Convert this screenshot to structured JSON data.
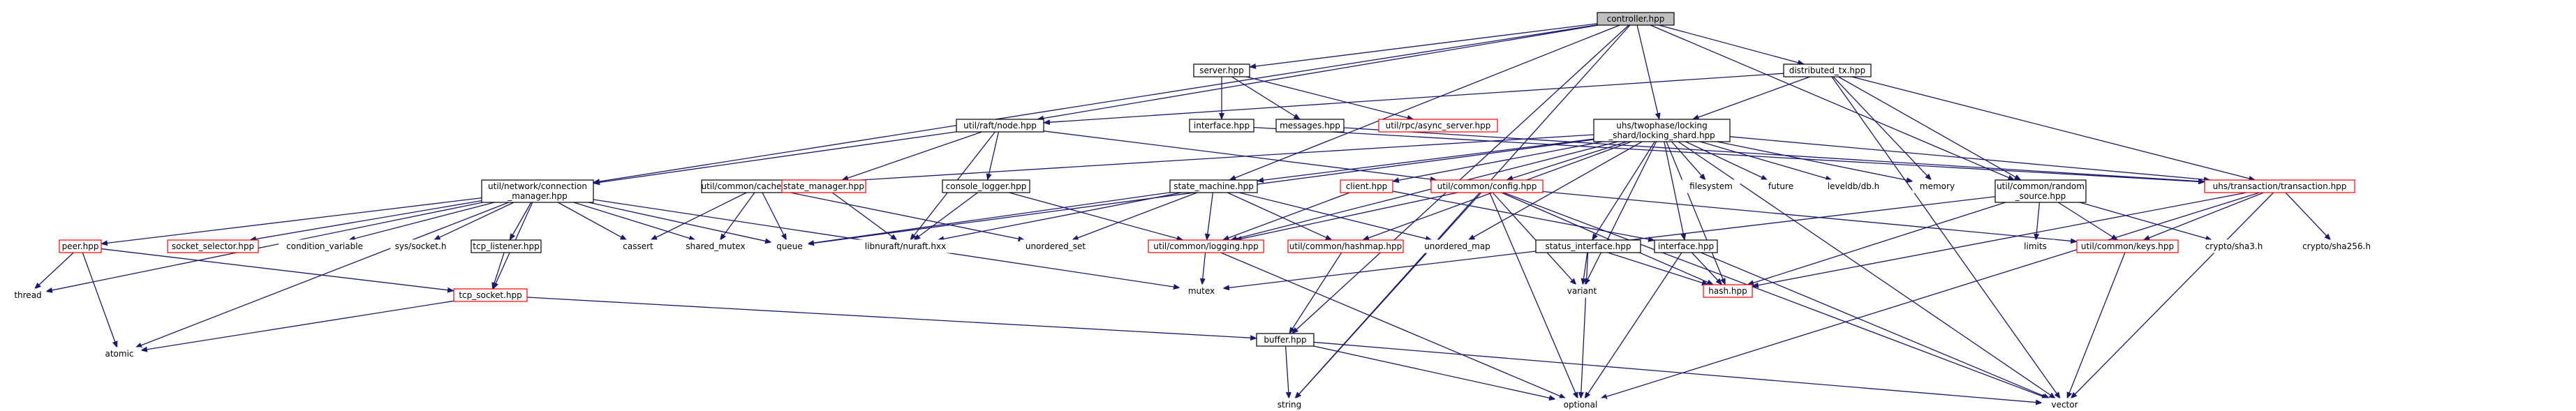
{
  "diagram": {
    "title": "",
    "colors": {
      "edge": "#191970",
      "root_fill": "#bfbfbf",
      "root_border": "#000000",
      "doc_border": "#000000",
      "missing_border": "#ff0000",
      "external_border": "#bfbfbf",
      "background": "#ffffff"
    },
    "nodes": [
      {
        "id": "controller",
        "kind": "root",
        "lines": [
          "controller.hpp"
        ]
      },
      {
        "id": "distributed_tx",
        "kind": "doc",
        "lines": [
          "distributed_tx.hpp"
        ]
      },
      {
        "id": "server",
        "kind": "doc",
        "lines": [
          "server.hpp"
        ]
      },
      {
        "id": "raft_node",
        "kind": "doc",
        "lines": [
          "util/raft/node.hpp"
        ]
      },
      {
        "id": "locking_shard",
        "kind": "doc",
        "lines": [
          "uhs/twophase/locking",
          "_shard/locking_shard.hpp"
        ]
      },
      {
        "id": "interface_top",
        "kind": "doc",
        "lines": [
          "interface.hpp"
        ]
      },
      {
        "id": "messages",
        "kind": "doc",
        "lines": [
          "messages.hpp"
        ]
      },
      {
        "id": "async_server",
        "kind": "missing",
        "lines": [
          "util/rpc/async_server.hpp"
        ]
      },
      {
        "id": "connection_manager",
        "kind": "doc",
        "lines": [
          "util/network/connection",
          "_manager.hpp"
        ]
      },
      {
        "id": "cache_set",
        "kind": "doc",
        "lines": [
          "util/common/cache_set.hpp"
        ]
      },
      {
        "id": "state_manager",
        "kind": "missing",
        "lines": [
          "state_manager.hpp"
        ]
      },
      {
        "id": "console_logger",
        "kind": "doc",
        "lines": [
          "console_logger.hpp"
        ]
      },
      {
        "id": "state_machine",
        "kind": "doc",
        "lines": [
          "state_machine.hpp"
        ]
      },
      {
        "id": "client",
        "kind": "missing",
        "lines": [
          "client.hpp"
        ]
      },
      {
        "id": "config",
        "kind": "missing",
        "lines": [
          "util/common/config.hpp"
        ]
      },
      {
        "id": "filesystem",
        "kind": "external",
        "lines": [
          "filesystem"
        ]
      },
      {
        "id": "future",
        "kind": "external",
        "lines": [
          "future"
        ]
      },
      {
        "id": "leveldb",
        "kind": "external",
        "lines": [
          "leveldb/db.h"
        ]
      },
      {
        "id": "memory",
        "kind": "external",
        "lines": [
          "memory"
        ]
      },
      {
        "id": "random_source",
        "kind": "doc",
        "lines": [
          "util/common/random",
          "_source.hpp"
        ]
      },
      {
        "id": "transaction",
        "kind": "missing",
        "lines": [
          "uhs/transaction/transaction.hpp"
        ]
      },
      {
        "id": "peer",
        "kind": "missing",
        "lines": [
          "peer.hpp"
        ]
      },
      {
        "id": "socket_selector",
        "kind": "missing",
        "lines": [
          "socket_selector.hpp"
        ]
      },
      {
        "id": "condition_variable",
        "kind": "external",
        "lines": [
          "condition_variable"
        ]
      },
      {
        "id": "sys_socket",
        "kind": "external",
        "lines": [
          "sys/socket.h"
        ]
      },
      {
        "id": "tcp_listener",
        "kind": "doc",
        "lines": [
          "tcp_listener.hpp"
        ]
      },
      {
        "id": "cassert",
        "kind": "external",
        "lines": [
          "cassert"
        ]
      },
      {
        "id": "shared_mutex",
        "kind": "external",
        "lines": [
          "shared_mutex"
        ]
      },
      {
        "id": "queue",
        "kind": "external",
        "lines": [
          "queue"
        ]
      },
      {
        "id": "libnuraft",
        "kind": "external",
        "lines": [
          "libnuraft/nuraft.hxx"
        ]
      },
      {
        "id": "unordered_set",
        "kind": "external",
        "lines": [
          "unordered_set"
        ]
      },
      {
        "id": "logging",
        "kind": "missing",
        "lines": [
          "util/common/logging.hpp"
        ]
      },
      {
        "id": "hashmap",
        "kind": "missing",
        "lines": [
          "util/common/hashmap.hpp"
        ]
      },
      {
        "id": "unordered_map",
        "kind": "external",
        "lines": [
          "unordered_map"
        ]
      },
      {
        "id": "status_interface",
        "kind": "doc",
        "lines": [
          "status_interface.hpp"
        ]
      },
      {
        "id": "interface_mid",
        "kind": "doc",
        "lines": [
          "interface.hpp"
        ]
      },
      {
        "id": "limits",
        "kind": "external",
        "lines": [
          "limits"
        ]
      },
      {
        "id": "keys",
        "kind": "missing",
        "lines": [
          "util/common/keys.hpp"
        ]
      },
      {
        "id": "sha3",
        "kind": "external",
        "lines": [
          "crypto/sha3.h"
        ]
      },
      {
        "id": "sha256",
        "kind": "external",
        "lines": [
          "crypto/sha256.h"
        ]
      },
      {
        "id": "thread",
        "kind": "external",
        "lines": [
          "thread"
        ]
      },
      {
        "id": "tcp_socket",
        "kind": "missing",
        "lines": [
          "tcp_socket.hpp"
        ]
      },
      {
        "id": "atomic",
        "kind": "external",
        "lines": [
          "atomic"
        ]
      },
      {
        "id": "mutex",
        "kind": "external",
        "lines": [
          "mutex"
        ]
      },
      {
        "id": "variant",
        "kind": "external",
        "lines": [
          "variant"
        ]
      },
      {
        "id": "hash",
        "kind": "missing",
        "lines": [
          "hash.hpp"
        ]
      },
      {
        "id": "buffer",
        "kind": "doc",
        "lines": [
          "buffer.hpp"
        ]
      },
      {
        "id": "optional",
        "kind": "external",
        "lines": [
          "optional"
        ]
      },
      {
        "id": "vector",
        "kind": "external",
        "lines": [
          "vector"
        ]
      },
      {
        "id": "string",
        "kind": "external",
        "lines": [
          "string"
        ]
      }
    ],
    "edges": [
      [
        "controller",
        "distributed_tx"
      ],
      [
        "controller",
        "server"
      ],
      [
        "controller",
        "raft_node"
      ],
      [
        "controller",
        "locking_shard"
      ],
      [
        "controller",
        "connection_manager"
      ],
      [
        "controller",
        "state_machine"
      ],
      [
        "controller",
        "random_source"
      ],
      [
        "controller",
        "buffer"
      ],
      [
        "controller",
        "string"
      ],
      [
        "distributed_tx",
        "raft_node"
      ],
      [
        "distributed_tx",
        "locking_shard"
      ],
      [
        "distributed_tx",
        "memory"
      ],
      [
        "distributed_tx",
        "random_source"
      ],
      [
        "distributed_tx",
        "transaction"
      ],
      [
        "distributed_tx",
        "vector"
      ],
      [
        "server",
        "interface_top"
      ],
      [
        "server",
        "messages"
      ],
      [
        "server",
        "async_server"
      ],
      [
        "interface_top",
        "transaction"
      ],
      [
        "messages",
        "transaction"
      ],
      [
        "raft_node",
        "connection_manager"
      ],
      [
        "raft_node",
        "state_manager"
      ],
      [
        "raft_node",
        "console_logger"
      ],
      [
        "raft_node",
        "libnuraft"
      ],
      [
        "raft_node",
        "config"
      ],
      [
        "locking_shard",
        "cache_set"
      ],
      [
        "locking_shard",
        "state_machine"
      ],
      [
        "locking_shard",
        "client"
      ],
      [
        "locking_shard",
        "config"
      ],
      [
        "locking_shard",
        "filesystem"
      ],
      [
        "locking_shard",
        "future"
      ],
      [
        "locking_shard",
        "leveldb"
      ],
      [
        "locking_shard",
        "memory"
      ],
      [
        "locking_shard",
        "transaction"
      ],
      [
        "locking_shard",
        "logging"
      ],
      [
        "locking_shard",
        "hashmap"
      ],
      [
        "locking_shard",
        "status_interface"
      ],
      [
        "locking_shard",
        "interface_mid"
      ],
      [
        "locking_shard",
        "variant"
      ],
      [
        "locking_shard",
        "hash"
      ],
      [
        "locking_shard",
        "unordered_map"
      ],
      [
        "locking_shard",
        "vector"
      ],
      [
        "locking_shard",
        "queue"
      ],
      [
        "connection_manager",
        "peer"
      ],
      [
        "connection_manager",
        "socket_selector"
      ],
      [
        "connection_manager",
        "condition_variable"
      ],
      [
        "connection_manager",
        "sys_socket"
      ],
      [
        "connection_manager",
        "tcp_listener"
      ],
      [
        "connection_manager",
        "cassert"
      ],
      [
        "connection_manager",
        "shared_mutex"
      ],
      [
        "connection_manager",
        "queue"
      ],
      [
        "connection_manager",
        "thread"
      ],
      [
        "connection_manager",
        "atomic"
      ],
      [
        "connection_manager",
        "tcp_socket"
      ],
      [
        "connection_manager",
        "mutex"
      ],
      [
        "cache_set",
        "cassert"
      ],
      [
        "cache_set",
        "shared_mutex"
      ],
      [
        "cache_set",
        "queue"
      ],
      [
        "cache_set",
        "unordered_set"
      ],
      [
        "state_manager",
        "libnuraft"
      ],
      [
        "console_logger",
        "libnuraft"
      ],
      [
        "console_logger",
        "logging"
      ],
      [
        "state_machine",
        "libnuraft"
      ],
      [
        "state_machine",
        "unordered_set"
      ],
      [
        "state_machine",
        "logging"
      ],
      [
        "state_machine",
        "hashmap"
      ],
      [
        "state_machine",
        "unordered_map"
      ],
      [
        "state_machine",
        "queue"
      ],
      [
        "client",
        "logging"
      ],
      [
        "client",
        "interface_mid"
      ],
      [
        "config",
        "logging"
      ],
      [
        "config",
        "hash"
      ],
      [
        "config",
        "optional"
      ],
      [
        "config",
        "string"
      ],
      [
        "config",
        "variant"
      ],
      [
        "config",
        "keys"
      ],
      [
        "config",
        "vector"
      ],
      [
        "random_source",
        "limits"
      ],
      [
        "random_source",
        "keys"
      ],
      [
        "random_source",
        "sha3"
      ],
      [
        "random_source",
        "hash"
      ],
      [
        "random_source",
        "mutex"
      ],
      [
        "transaction",
        "sha256"
      ],
      [
        "transaction",
        "keys"
      ],
      [
        "transaction",
        "hash"
      ],
      [
        "transaction",
        "optional"
      ],
      [
        "transaction",
        "vector"
      ],
      [
        "peer",
        "thread"
      ],
      [
        "peer",
        "atomic"
      ],
      [
        "peer",
        "tcp_socket"
      ],
      [
        "tcp_listener",
        "tcp_socket"
      ],
      [
        "tcp_socket",
        "atomic"
      ],
      [
        "tcp_socket",
        "buffer"
      ],
      [
        "logging",
        "mutex"
      ],
      [
        "logging",
        "optional"
      ],
      [
        "hashmap",
        "buffer"
      ],
      [
        "status_interface",
        "variant"
      ],
      [
        "status_interface",
        "optional"
      ],
      [
        "status_interface",
        "hash"
      ],
      [
        "interface_mid",
        "hash"
      ],
      [
        "interface_mid",
        "optional"
      ],
      [
        "interface_mid",
        "vector"
      ],
      [
        "keys",
        "vector"
      ],
      [
        "buffer",
        "string"
      ],
      [
        "buffer",
        "optional"
      ],
      [
        "buffer",
        "vector"
      ]
    ]
  }
}
